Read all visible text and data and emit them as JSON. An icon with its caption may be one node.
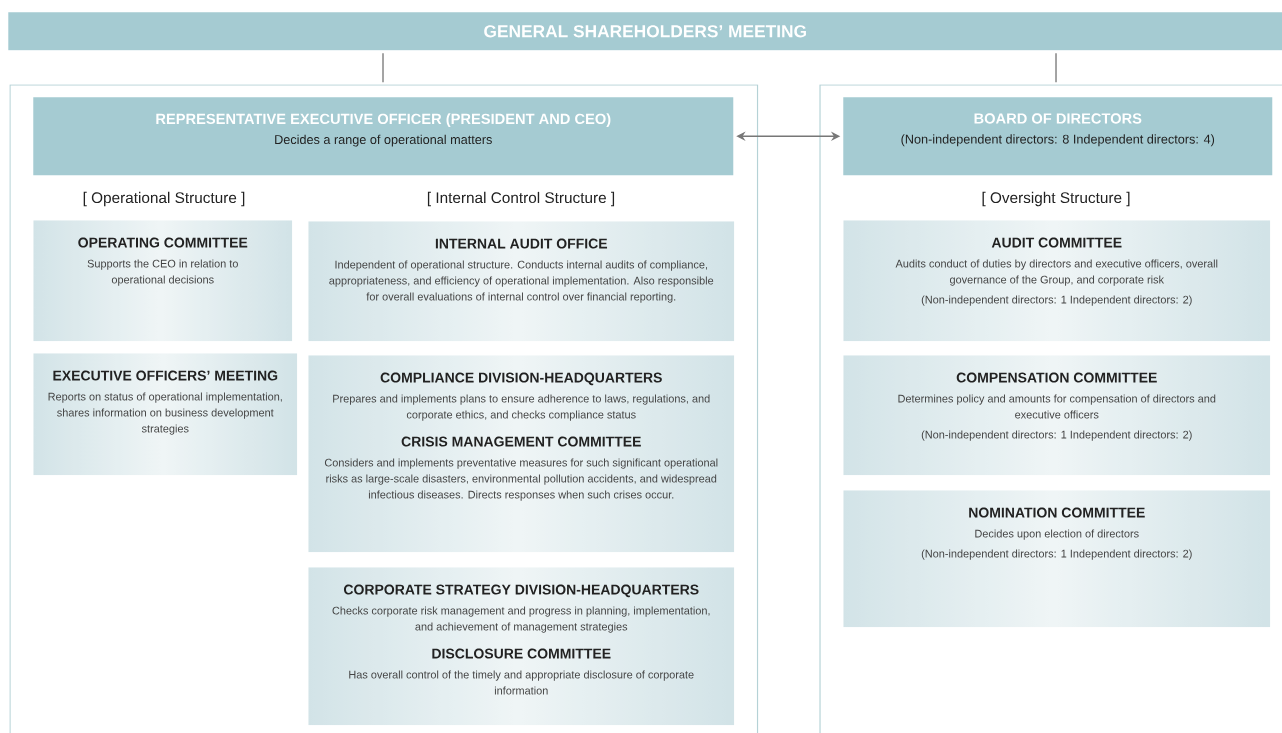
{
  "diagram": {
    "nodes": [
      {
        "text": [
          "GENERAL SHAREHOLDERS’ MEETING"
        ]
      },
      {
        "text": [],
        "shape": "box"
      },
      {
        "text": [
          "REPRESENTATIVE EXECUTIVE OFFICER (PRESIDENT AND CEO)",
          "Decides a range of operational matters"
        ],
        "in": 1
      },
      {
        "text": [
          "OPERATING COMMITTEE",
          "Supports the CEO in relation to operational decisions"
        ],
        "in": 1
      },
      {
        "text": [
          "EXECUTIVE OFFICERS’ MEETING",
          "Reports on status of operational implementation, shares information on business development strategies"
        ],
        "in": 1
      },
      {
        "text": [
          "INTERNAL AUDIT OFFICE",
          "Independent of operational structure. Conducts internal audits of compliance, appropriateness, and efficiency of operational implementation. Also responsible for overall evaluations of internal control over financial reporting."
        ],
        "in": 1
      },
      {
        "text": [
          "COMPLIANCE DIVISION-HEADQUARTERS",
          "Prepares and implements plans to ensure adherence to laws, regulations, and corporate ethics, and checks compliance status",
          "CRISIS MANAGEMENT COMMITTEE",
          "Considers and implements preventative measures for such significant operational risks as large-scale disasters, environmental pollution accidents, and widespread infectious diseases. Directs responses when such crises occur."
        ],
        "in": 1
      },
      {
        "text": [
          "CORPORATE STRATEGY DIVISION-HEADQUARTERS",
          "Checks corporate risk management and progress in planning, implementation, and achievement of management strategies",
          "DISCLOSURE COMMITTEE",
          "Has overall control of the timely and appropriate disclosure of corporate information"
        ],
        "in": 1
      },
      {
        "text": [],
        "shape": "box"
      },
      {
        "text": [
          "BOARD OF DIRECTORS",
          "(Non-independent directors: 8 Independent directors: 4)"
        ],
        "in": 8
      },
      {
        "text": [
          "AUDIT COMMITTEE",
          "Audits conduct of duties by directors and executive officers, overall governance of the Group, and corporate risk",
          "(Non-independent directors: 1 Independent directors: 2)"
        ],
        "in": 8
      },
      {
        "text": [
          "COMPENSATION COMMITTEE",
          "Determines policy and amounts for compensation of directors and executive officers",
          "(Non-independent directors: 1 Independent directors: 2)"
        ],
        "in": 8
      },
      {
        "text": [
          "NOMINATION COMMITTEE",
          "Decides upon election of directors",
          "(Non-independent directors: 1 Independent directors: 2)"
        ],
        "in": 8
      }
    ],
    "edges": [
      {
        "from": 0,
        "to": 1,
        "arrow": "none"
      },
      {
        "from": 0,
        "to": 8,
        "arrow": "none"
      },
      {
        "from": 2,
        "to": 9,
        "arrow": "both"
      }
    ],
    "labels": [
      "[ Operational Structure ]",
      "[ Internal Control Structure ]",
      "[ Oversight Structure ]"
    ]
  }
}
